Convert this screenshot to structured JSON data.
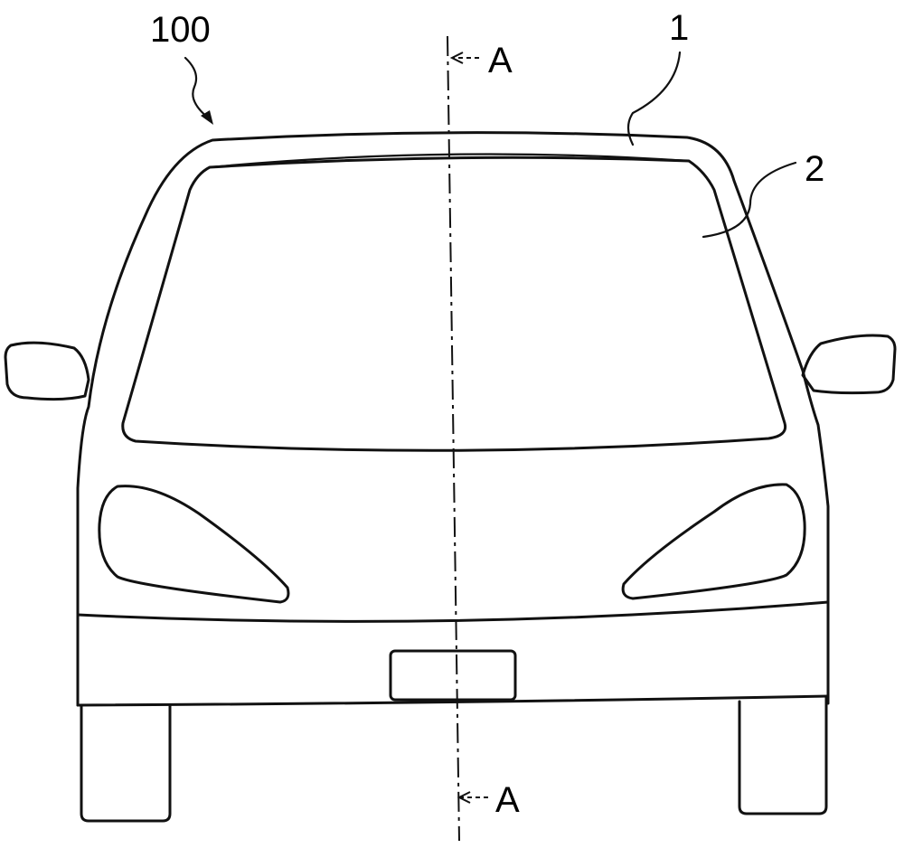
{
  "figure": {
    "labels": {
      "vehicle": "100",
      "windshield_frame": "1",
      "windshield": "2",
      "section_top": "A",
      "section_bottom": "A"
    },
    "line_color": "#111111",
    "background": "#ffffff"
  }
}
